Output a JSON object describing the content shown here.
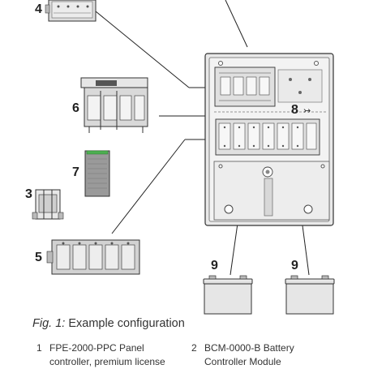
{
  "callouts": {
    "c4": "4",
    "c6": "6",
    "c7": "7",
    "c3": "3",
    "c5": "5",
    "c8": "8",
    "c9a": "9",
    "c9b": "9"
  },
  "brand_mark": "↣",
  "caption": {
    "fig_label": "Fig. 1:",
    "text": "Example configuration"
  },
  "legend": [
    {
      "num": "1",
      "line1": "FPE-2000-PPC Panel",
      "line2": "controller, premium license"
    },
    {
      "num": "2",
      "line1": "BCM-0000-B Battery",
      "line2": "Controller Module"
    }
  ]
}
